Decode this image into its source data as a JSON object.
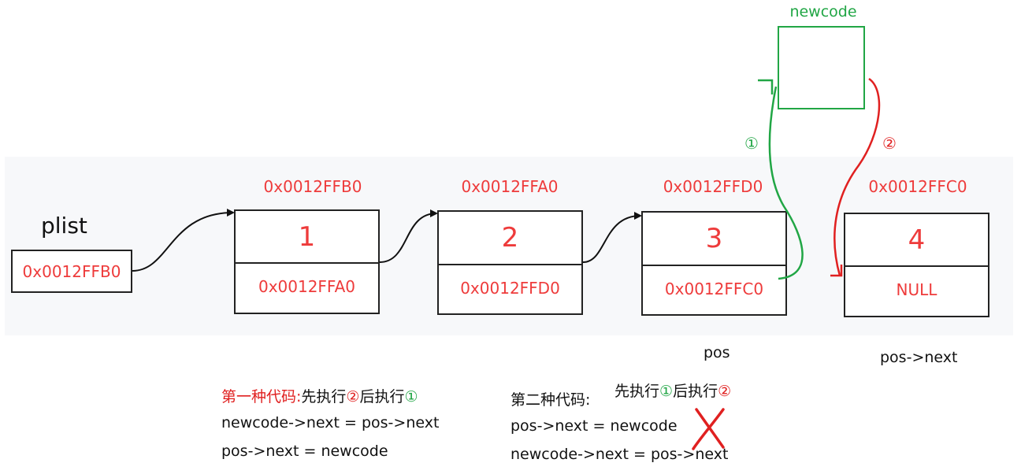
{
  "plist": {
    "label": "plist",
    "value": "0x0012FFB0"
  },
  "nodes": [
    {
      "address": "0x0012FFB0",
      "data": "1",
      "next": "0x0012FFA0"
    },
    {
      "address": "0x0012FFA0",
      "data": "2",
      "next": "0x0012FFD0"
    },
    {
      "address": "0x0012FFD0",
      "data": "3",
      "next": "0x0012FFC0"
    },
    {
      "address": "0x0012FFC0",
      "data": "4",
      "next": "NULL"
    }
  ],
  "newcode": {
    "label": "newcode"
  },
  "steps": {
    "one": "①",
    "two": "②"
  },
  "labels": {
    "pos": "pos",
    "pos_next": "pos->next"
  },
  "code1": {
    "title": "第一种代码:",
    "order_a": "先执行",
    "order_b": "②",
    "order_c": "后执行",
    "order_d": "①",
    "line1": "newcode->next = pos->next",
    "line2": "pos->next = newcode"
  },
  "code2": {
    "title": "第二种代码:",
    "order_a": "先执行",
    "order_b": "①",
    "order_c": "后执行",
    "order_d": "②",
    "line1": "pos->next = newcode",
    "line2": "newcode->next = pos->next",
    "wrong_mark": "✗"
  },
  "colors": {
    "red": "#ee3b3b",
    "green": "#21a645",
    "black": "#111111"
  }
}
